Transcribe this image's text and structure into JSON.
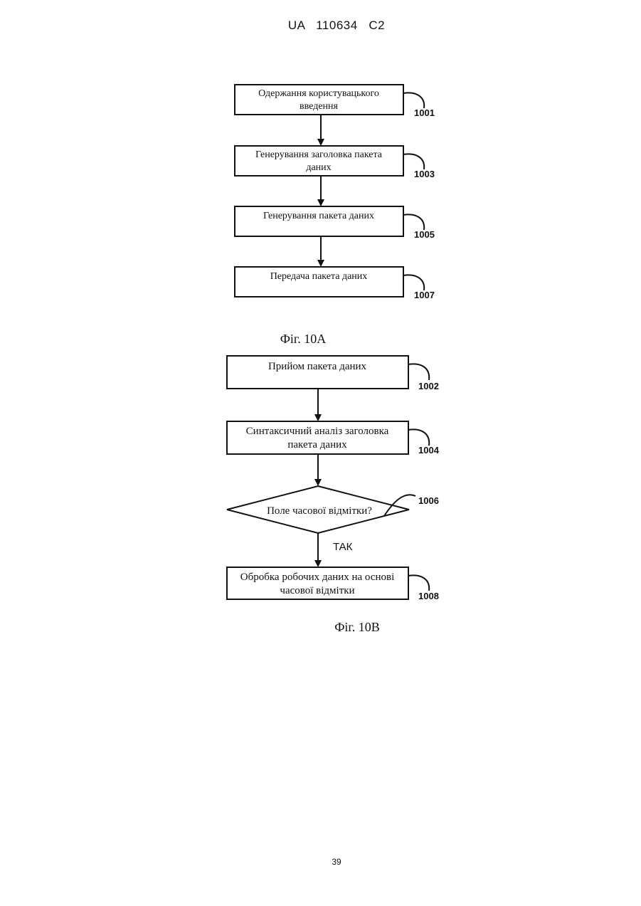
{
  "header": {
    "document_number": "UA   110634   C2"
  },
  "figure_a": {
    "steps": [
      {
        "lines": [
          "Одержання користувацького",
          "введення"
        ],
        "ref": "1001"
      },
      {
        "lines": [
          "Генерування заголовка пакета",
          "даних"
        ],
        "ref": "1003"
      },
      {
        "lines": [
          "Генерування пакета даних"
        ],
        "ref": "1005"
      },
      {
        "lines": [
          "Передача пакета даних"
        ],
        "ref": "1007"
      }
    ],
    "caption": "Фіг. 10А"
  },
  "figure_b": {
    "steps": [
      {
        "lines": [
          "Прийом пакета даних"
        ],
        "ref": "1002"
      },
      {
        "lines": [
          "Синтаксичний аналіз заголовка",
          "пакета даних"
        ],
        "ref": "1004"
      }
    ],
    "decision": {
      "label": "Поле часової відмітки?",
      "ref": "1006"
    },
    "yes_label": "ТАК",
    "final_step": {
      "lines": [
        "Обробка робочих даних на основі",
        "часової відмітки"
      ],
      "ref": "1008"
    },
    "caption": "Фіг. 10В"
  },
  "footer": {
    "page_number": "39"
  },
  "colors": {
    "line": "#111111",
    "background": "#ffffff"
  }
}
